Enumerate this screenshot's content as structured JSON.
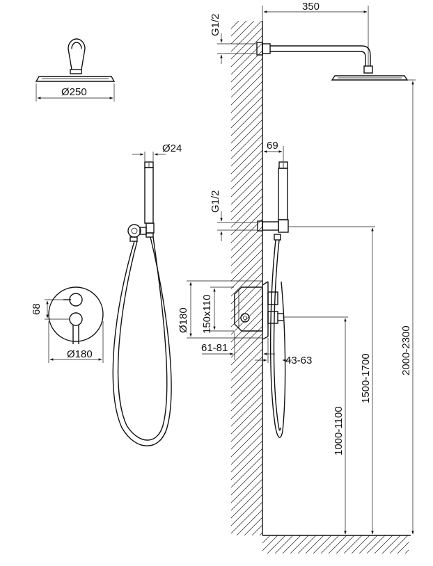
{
  "dimensions": {
    "rain_head_diameter": "Ø250",
    "hand_shower_diameter": "Ø24",
    "plate_diameter": "Ø180",
    "handle_spacing": "68",
    "arm_length": "350",
    "top_inlet_thread": "G1/2",
    "handshower_offset": "69",
    "middle_inlet_thread": "G1/2",
    "valve_plate_diameter": "Ø180",
    "valve_box_size": "150x110",
    "wall_depth": "61-81",
    "handle_projection": "43-63",
    "valve_height": "1000-1100",
    "bracket_height": "1500-1700",
    "head_height": "2000-2300"
  }
}
